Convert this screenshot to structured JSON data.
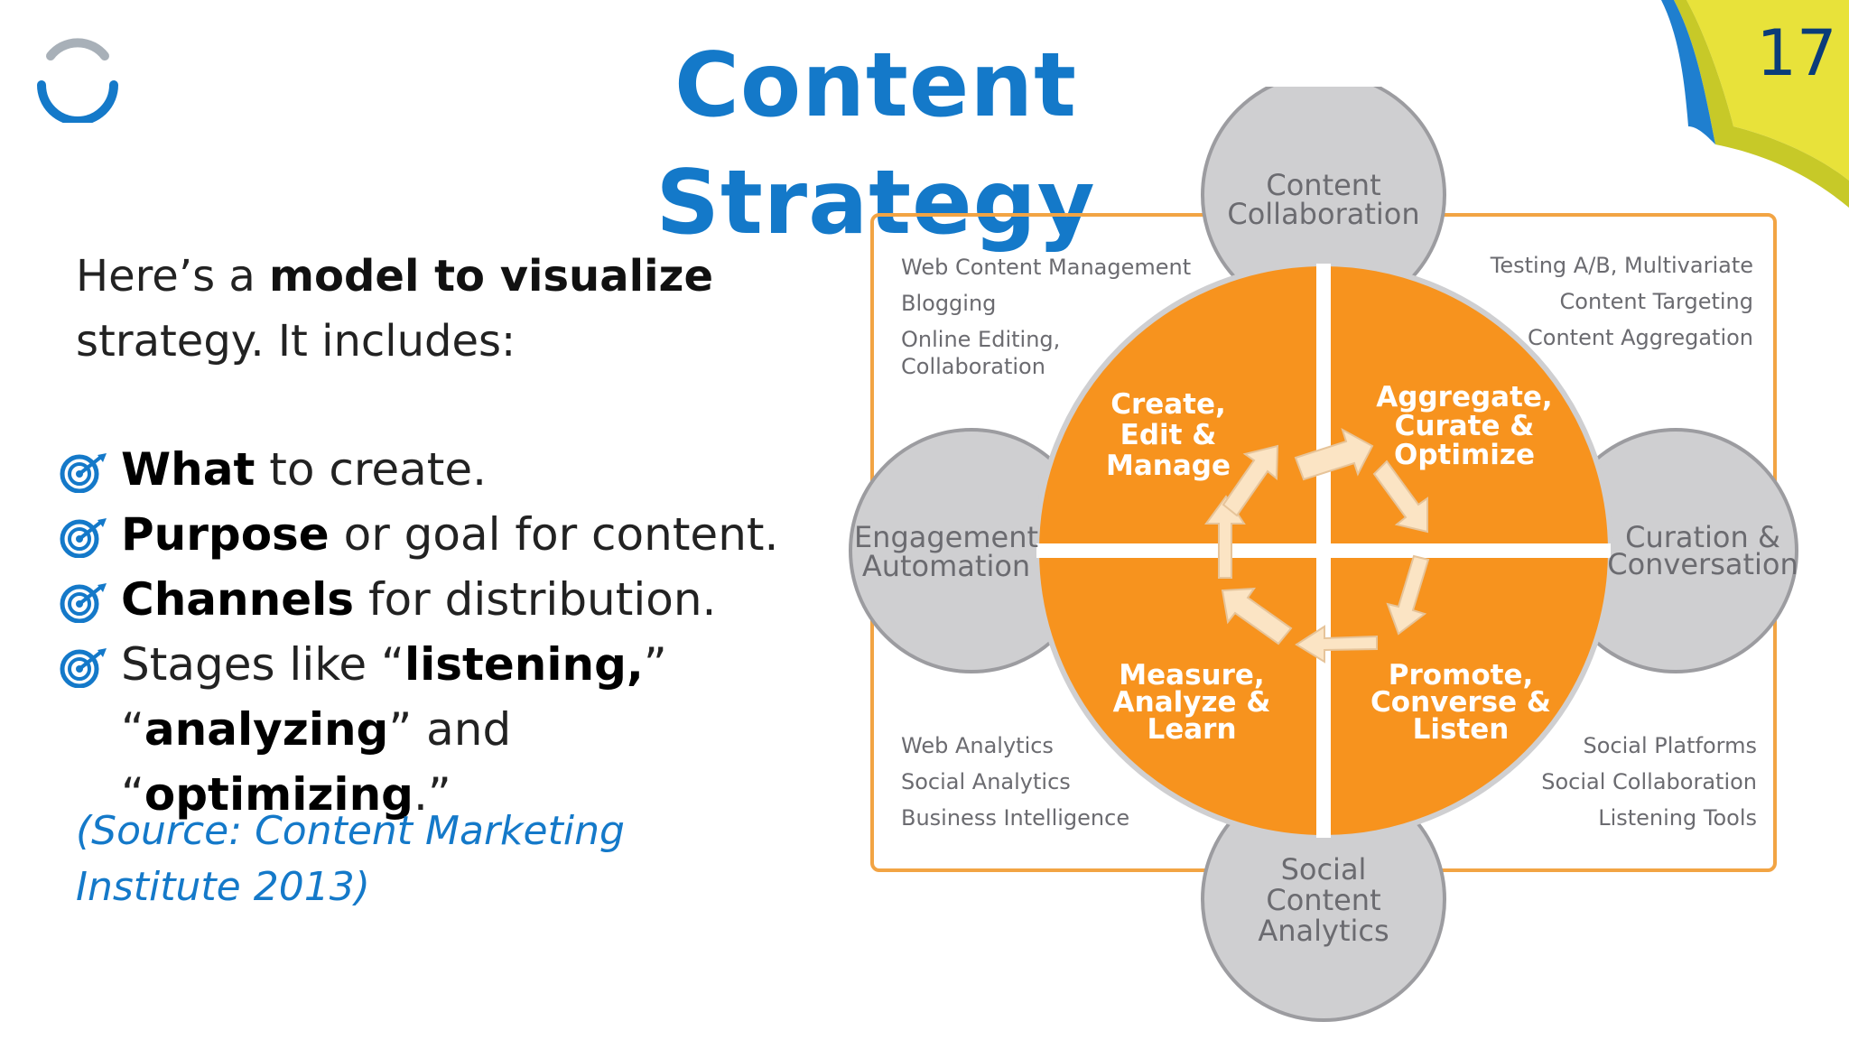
{
  "slide": {
    "title": "Content Strategy",
    "page_number": "17",
    "colors": {
      "title": "#1479c9",
      "orange": "#f7931e",
      "grey_circle": "#cfcfd1",
      "frame": "#f2a444"
    }
  },
  "intro": {
    "prefix": "Here’s a ",
    "bold": "model to visualize",
    "suffix": "strategy. It includes:"
  },
  "bullets": [
    {
      "icon": "target-icon",
      "bold": "What",
      "rest": " to create."
    },
    {
      "icon": "target-icon",
      "bold": "Purpose",
      "rest": " or goal for content."
    },
    {
      "icon": "target-icon",
      "bold": "Channels",
      "rest": " for distribution."
    },
    {
      "icon": "target-icon",
      "pre": "Stages like “",
      "bold": "listening,",
      "rest": "”"
    },
    {
      "q1": "“",
      "b1": "analyzing",
      "m": "” and “",
      "b2": "optimizing",
      "end": ".”"
    }
  ],
  "source": "(Source: Content Marketing Institute 2013)",
  "diagram": {
    "outer_circles": {
      "top": [
        "Content",
        "Collaboration"
      ],
      "left": [
        "Engagement",
        "Automation"
      ],
      "right": [
        "Curation &",
        "Conversation"
      ],
      "bottom": [
        "Social",
        "Content",
        "Analytics"
      ]
    },
    "quadrants": {
      "tl": [
        "Create,",
        "Edit &",
        "Manage"
      ],
      "tr": [
        "Aggregate,",
        "Curate &",
        "Optimize"
      ],
      "bl": [
        "Measure,",
        "Analyze &",
        "Learn"
      ],
      "br": [
        "Promote,",
        "Converse &",
        "Listen"
      ]
    },
    "corner_lists": {
      "top_left": [
        "Web Content Management",
        "Blogging",
        "Online Editing,",
        "Collaboration"
      ],
      "top_right": [
        "Testing A/B, Multivariate",
        "Content Targeting",
        "Content Aggregation"
      ],
      "bottom_left": [
        "Web Analytics",
        "Social Analytics",
        "Business Intelligence"
      ],
      "bottom_right": [
        "Social Platforms",
        "Social Collaboration",
        "Listening Tools"
      ]
    }
  }
}
